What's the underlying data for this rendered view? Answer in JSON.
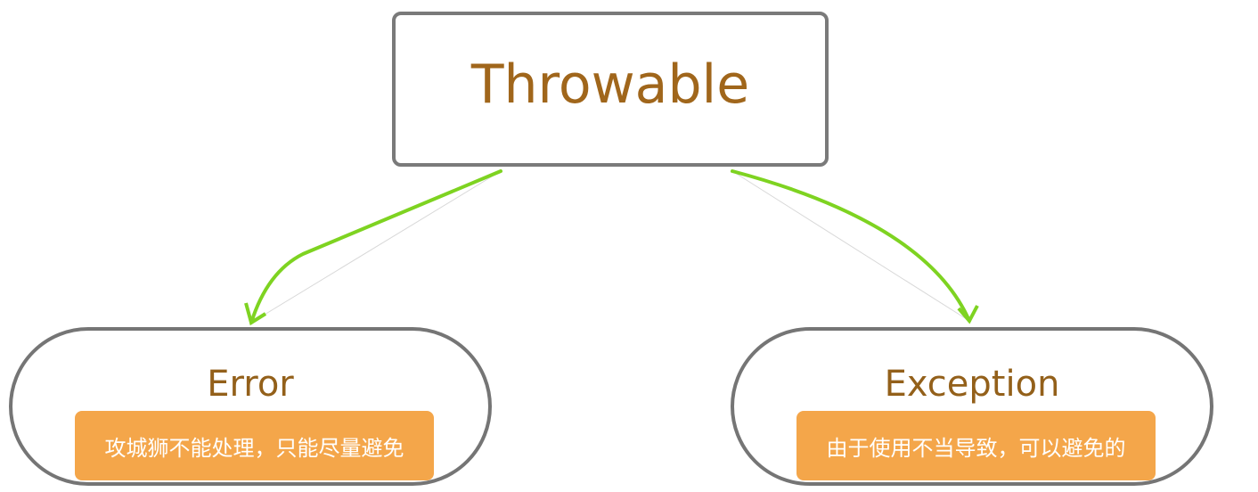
{
  "diagram": {
    "root": {
      "label": "Throwable"
    },
    "children": [
      {
        "label": "Error",
        "note": "攻城狮不能处理，只能尽量避免"
      },
      {
        "label": "Exception",
        "note": "由于使用不当导致，可以避免的"
      }
    ],
    "colors": {
      "node_border": "#7a7a7a",
      "label_text": "#a0661b",
      "note_fill": "#f4a64a",
      "note_text": "#ffffff",
      "arrow": "#7ed321"
    }
  }
}
